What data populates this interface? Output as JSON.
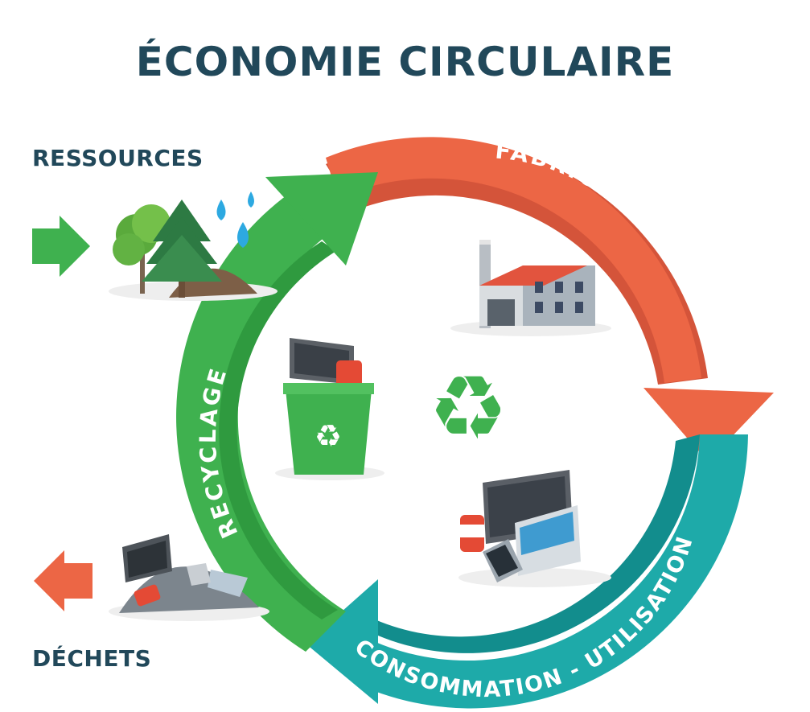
{
  "title": "ÉCONOMIE CIRCULAIRE",
  "inputs": {
    "resources_label": "RESSOURCES",
    "waste_label": "DÉCHETS"
  },
  "stages": [
    {
      "label": "FABRICATION",
      "color": "#ec6645"
    },
    {
      "label": "CONSOMMATION - UTILISATION",
      "color": "#1eaaa9"
    },
    {
      "label": "RECYCLAGE",
      "color": "#3fb14f"
    }
  ],
  "colors": {
    "title": "#21485a",
    "label": "#21485a",
    "fabrication": "#ec6645",
    "fabrication_dark": "#d4543a",
    "consumption": "#1eaaa9",
    "consumption_dark": "#128d8d",
    "recycling": "#3fb14f",
    "recycling_dark": "#2f9a3f",
    "resource_arrow": "#3fb14f",
    "waste_arrow": "#ec6645"
  },
  "icons": [
    "tree-icon",
    "water-drops-icon",
    "factory-icon",
    "devices-icon",
    "recycle-bin-icon",
    "recycle-symbol-icon",
    "waste-pile-icon"
  ]
}
